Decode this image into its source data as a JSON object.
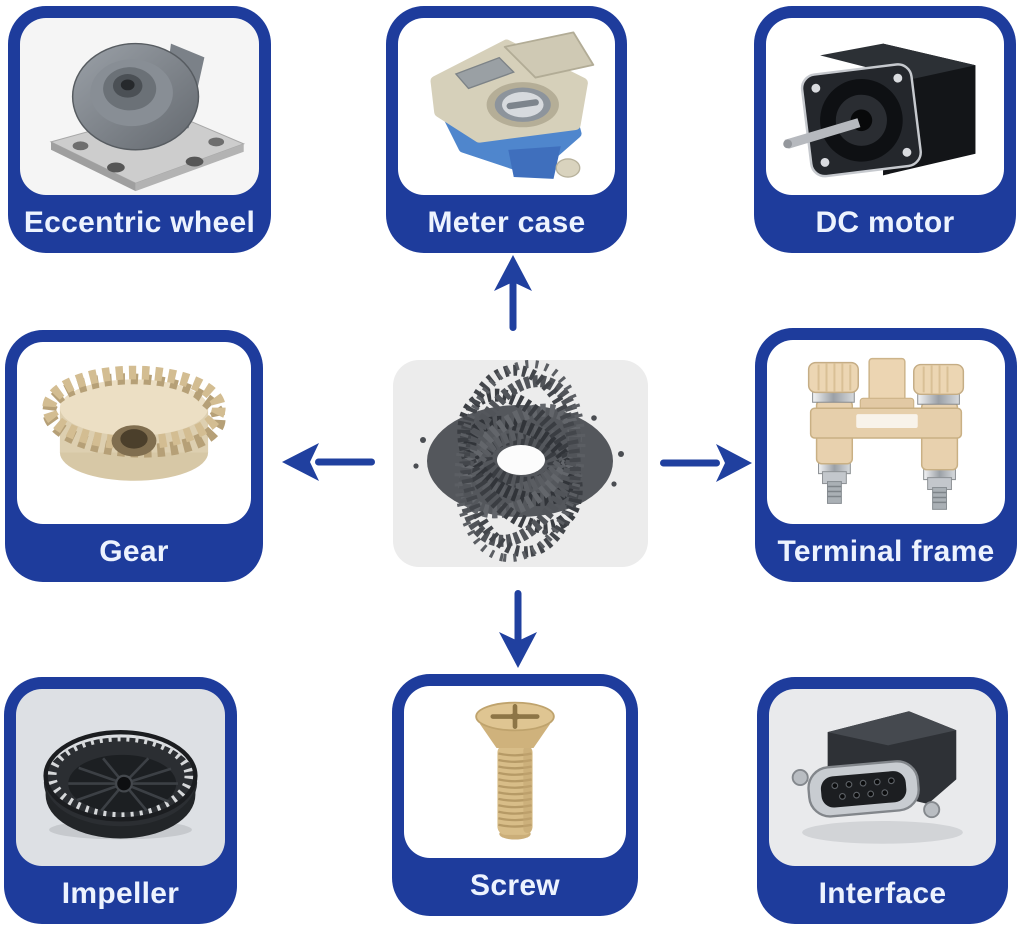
{
  "figure": {
    "description": "Applications diagram: plastic granules in the center with arrows pointing to eight molded-product cards",
    "center": {
      "image": "plastic-granules-photo"
    },
    "cards": [
      {
        "key": "eccentric-wheel",
        "label": "Eccentric wheel",
        "image": "eccentric-wheel-photo"
      },
      {
        "key": "meter-case",
        "label": "Meter case",
        "image": "meter-case-photo"
      },
      {
        "key": "dc-motor",
        "label": "DC motor",
        "image": "dc-motor-photo"
      },
      {
        "key": "gear",
        "label": "Gear",
        "image": "gear-photo"
      },
      {
        "key": "terminal-frame",
        "label": "Terminal frame",
        "image": "terminal-frame-photo"
      },
      {
        "key": "impeller",
        "label": "Impeller",
        "image": "impeller-photo"
      },
      {
        "key": "screw",
        "label": "Screw",
        "image": "screw-photo"
      },
      {
        "key": "interface",
        "label": "Interface",
        "image": "interface-photo"
      }
    ],
    "arrows": [
      {
        "direction": "up"
      },
      {
        "direction": "left"
      },
      {
        "direction": "right"
      },
      {
        "direction": "down"
      }
    ],
    "colors": {
      "card_blue": "#1e3c9c",
      "arrow_blue": "#20409f",
      "label_text": "#edf3fe",
      "center_box_bg": "#ececec",
      "page_bg": "#ffffff"
    }
  }
}
